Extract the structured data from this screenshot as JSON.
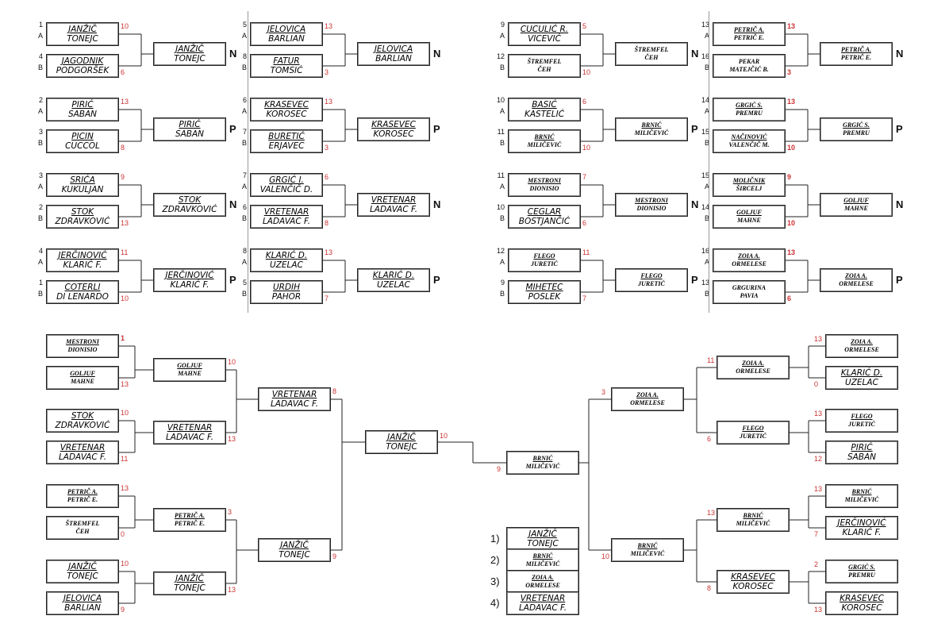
{
  "groups": [
    {
      "slots": [
        {
          "seed": "1",
          "pos": "A",
          "names": [
            "JANŽIČ",
            "TONEJC"
          ],
          "score": "10",
          "style": "big"
        },
        {
          "seed": "4",
          "pos": "B",
          "names": [
            "JAGODNIK",
            "PODGORŠEK"
          ],
          "score": "6",
          "style": "big"
        },
        {
          "winner": [
            "JANŽIČ",
            "TONEJC"
          ],
          "style": "big",
          "result": "N"
        }
      ],
      "col": 0,
      "row": 0
    },
    {
      "slots": [
        {
          "seed": "2",
          "pos": "A",
          "names": [
            "PIRIĆ",
            "SABAN"
          ],
          "score": "13",
          "style": "big"
        },
        {
          "seed": "3",
          "pos": "B",
          "names": [
            "PICIN",
            "CUCCOL"
          ],
          "score": "8",
          "style": "big"
        },
        {
          "winner": [
            "PIRIĆ",
            "SABAN"
          ],
          "style": "big",
          "result": "P"
        }
      ],
      "col": 0,
      "row": 1
    },
    {
      "slots": [
        {
          "seed": "3",
          "pos": "A",
          "names": [
            "SRIĆA",
            "KUKULJAN"
          ],
          "score": "9",
          "style": "big"
        },
        {
          "seed": "2",
          "pos": "B",
          "names": [
            "STOK",
            "ZDRAVKOVIĆ"
          ],
          "score": "13",
          "style": "big"
        },
        {
          "winner": [
            "STOK",
            "ZDRAVKOVIĆ"
          ],
          "style": "big",
          "result": "N"
        }
      ],
      "col": 0,
      "row": 2
    },
    {
      "slots": [
        {
          "seed": "4",
          "pos": "A",
          "names": [
            "JERČINOVIĆ",
            "KLARIĆ F."
          ],
          "score": "11",
          "style": "big"
        },
        {
          "seed": "1",
          "pos": "B",
          "names": [
            "COTERLI",
            "DI LENARDO"
          ],
          "score": "10",
          "style": "big"
        },
        {
          "winner": [
            "JERČINOVIĆ",
            "KLARIĆ F."
          ],
          "style": "big",
          "result": "P"
        }
      ],
      "col": 0,
      "row": 3
    },
    {
      "slots": [
        {
          "seed": "5",
          "pos": "A",
          "names": [
            "JELOVICA",
            "BARLIAN"
          ],
          "score": "13",
          "style": "big"
        },
        {
          "seed": "8",
          "pos": "B",
          "names": [
            "FATUR",
            "TOMSIĆ"
          ],
          "score": "3",
          "style": "big"
        },
        {
          "winner": [
            "JELOVICA",
            "BARLIAN"
          ],
          "style": "big",
          "result": "N"
        }
      ],
      "col": 1,
      "row": 0
    },
    {
      "slots": [
        {
          "seed": "6",
          "pos": "A",
          "names": [
            "KRASEVEC",
            "KOROSEC"
          ],
          "score": "13",
          "style": "big"
        },
        {
          "seed": "7",
          "pos": "B",
          "names": [
            "BURETIĆ",
            "ERJAVEC"
          ],
          "score": "3",
          "style": "big"
        },
        {
          "winner": [
            "KRASEVEC",
            "KOROSEC"
          ],
          "style": "big",
          "result": "P"
        }
      ],
      "col": 1,
      "row": 1
    },
    {
      "slots": [
        {
          "seed": "7",
          "pos": "A",
          "names": [
            "GRGIĆ I.",
            "VALENČIČ D."
          ],
          "score": "6",
          "style": "big"
        },
        {
          "seed": "6",
          "pos": "B",
          "names": [
            "VRETENAR",
            "LADAVAC F."
          ],
          "score": "8",
          "style": "big"
        },
        {
          "winner": [
            "VRETENAR",
            "LADAVAC F."
          ],
          "style": "big",
          "result": "N"
        }
      ],
      "col": 1,
      "row": 2
    },
    {
      "slots": [
        {
          "seed": "8",
          "pos": "A",
          "names": [
            "KLARIĆ D.",
            "UZELAC"
          ],
          "score": "13",
          "style": "big"
        },
        {
          "seed": "5",
          "pos": "B",
          "names": [
            "URDIH",
            "PAHOR"
          ],
          "score": "7",
          "style": "big"
        },
        {
          "winner": [
            "KLARIĆ D.",
            "UZELAC"
          ],
          "style": "big",
          "result": "P"
        }
      ],
      "col": 1,
      "row": 3
    },
    {
      "slots": [
        {
          "seed": "9",
          "pos": "A",
          "names": [
            "CUCULIĆ R.",
            "VICEVIĆ"
          ],
          "score": "5",
          "style": "big"
        },
        {
          "seed": "12",
          "pos": "B",
          "names": [
            "ŠTREMFEL",
            "ČEH"
          ],
          "score": "10",
          "style": "tiny",
          "nounder": true
        },
        {
          "winner": [
            "ŠTREMFEL",
            "ČEH"
          ],
          "style": "tiny",
          "result": "N",
          "nounder": true
        }
      ],
      "col": 2,
      "row": 0
    },
    {
      "slots": [
        {
          "seed": "10",
          "pos": "A",
          "names": [
            "BASIĆ",
            "KASTELIĆ"
          ],
          "score": "6",
          "style": "big"
        },
        {
          "seed": "11",
          "pos": "B",
          "names": [
            "BRNIĆ",
            "MILIČEVIĆ"
          ],
          "score": "10",
          "style": "tiny"
        },
        {
          "winner": [
            "BRNIĆ",
            "MILIČEVIĆ"
          ],
          "style": "tiny",
          "result": "P"
        }
      ],
      "col": 2,
      "row": 1
    },
    {
      "slots": [
        {
          "seed": "11",
          "pos": "A",
          "names": [
            "MESTRONI",
            "DIONISIO"
          ],
          "score": "7",
          "style": "tiny"
        },
        {
          "seed": "10",
          "pos": "B",
          "names": [
            "CEGLAR",
            "BOSTJANČIĆ"
          ],
          "score": "6",
          "style": "big"
        },
        {
          "winner": [
            "MESTRONI",
            "DIONISIO"
          ],
          "style": "tiny",
          "result": "N"
        }
      ],
      "col": 2,
      "row": 2
    },
    {
      "slots": [
        {
          "seed": "12",
          "pos": "A",
          "names": [
            "FLEGO",
            "JURETIĆ"
          ],
          "score": "11",
          "style": "tiny"
        },
        {
          "seed": "9",
          "pos": "B",
          "names": [
            "MIHETEC",
            "POSLEK"
          ],
          "score": "7",
          "style": "big"
        },
        {
          "winner": [
            "FLEGO",
            "JURETIĆ"
          ],
          "style": "tiny",
          "result": "P"
        }
      ],
      "col": 2,
      "row": 3
    },
    {
      "slots": [
        {
          "seed": "13",
          "pos": "A",
          "names": [
            "PETRIČ A.",
            "PETRIČ E."
          ],
          "score": "13",
          "style": "tiny",
          "bold": true
        },
        {
          "seed": "16",
          "pos": "B",
          "names": [
            "PEKAR",
            "MATEJČIĆ B."
          ],
          "score": "3",
          "style": "tiny",
          "bold": true,
          "nounder": true
        },
        {
          "winner": [
            "PETRIČ A.",
            "PETRIČ E."
          ],
          "style": "tiny",
          "result": "N"
        }
      ],
      "col": 3,
      "row": 0
    },
    {
      "slots": [
        {
          "seed": "14",
          "pos": "A",
          "names": [
            "GRGIĆ S.",
            "PREMRU"
          ],
          "score": "13",
          "style": "tiny",
          "bold": true
        },
        {
          "seed": "15",
          "pos": "B",
          "names": [
            "NAČINOVIĆ",
            "VALENČIČ M."
          ],
          "score": "10",
          "style": "tiny",
          "bold": true
        },
        {
          "winner": [
            "GRGIĆ S.",
            "PREMRU"
          ],
          "style": "tiny",
          "result": "P"
        }
      ],
      "col": 3,
      "row": 1
    },
    {
      "slots": [
        {
          "seed": "15",
          "pos": "A",
          "names": [
            "MOLIČNIK",
            "ŠIRCELJ"
          ],
          "score": "9",
          "style": "tiny",
          "bold": true
        },
        {
          "seed": "14",
          "pos": "B",
          "names": [
            "GOLJUF",
            "MAHNE"
          ],
          "score": "10",
          "style": "tiny",
          "bold": true
        },
        {
          "winner": [
            "GOLJUF",
            "MAHNE"
          ],
          "style": "tiny",
          "result": "N"
        }
      ],
      "col": 3,
      "row": 2
    },
    {
      "slots": [
        {
          "seed": "16",
          "pos": "A",
          "names": [
            "ZOIA A.",
            "ORMELESE"
          ],
          "score": "13",
          "style": "tiny",
          "bold": true
        },
        {
          "seed": "13",
          "pos": "B",
          "names": [
            "GRGURINA",
            "PAVIA"
          ],
          "score": "6",
          "style": "tiny",
          "bold": true,
          "nounder": true
        },
        {
          "winner": [
            "ZOIA A.",
            "ORMELESE"
          ],
          "style": "tiny",
          "result": "P"
        }
      ],
      "col": 3,
      "row": 3
    }
  ],
  "knockout": {
    "left_r16": [
      {
        "names": [
          "MESTRONI",
          "DIONISIO"
        ],
        "score": "1",
        "style": "tiny",
        "bold": true
      },
      {
        "names": [
          "GOLJUF",
          "MAHNE"
        ],
        "score": "13",
        "style": "tiny"
      },
      {
        "names": [
          "STOK",
          "ZDRAVKOVIĆ"
        ],
        "score": "10",
        "style": "big"
      },
      {
        "names": [
          "VRETENAR",
          "LADAVAC F."
        ],
        "score": "11",
        "style": "big"
      },
      {
        "names": [
          "PETRIČ A.",
          "PETRIČ E."
        ],
        "score": "13",
        "style": "tiny"
      },
      {
        "names": [
          "ŠTREMFEL",
          "ČEH"
        ],
        "score": "0",
        "style": "tiny",
        "nounder": true
      },
      {
        "names": [
          "JANŽIČ",
          "TONEJC"
        ],
        "score": "10",
        "style": "big"
      },
      {
        "names": [
          "JELOVICA",
          "BARLIAN"
        ],
        "score": "9",
        "style": "big"
      }
    ],
    "left_qf": [
      {
        "names": [
          "GOLJUF",
          "MAHNE"
        ],
        "score": "10",
        "style": "tiny"
      },
      {
        "names": [
          "VRETENAR",
          "LADAVAC F."
        ],
        "score": "13",
        "style": "big"
      },
      {
        "names": [
          "PETRIČ A.",
          "PETRIČ E."
        ],
        "score": "3",
        "style": "tiny"
      },
      {
        "names": [
          "JANŽIČ",
          "TONEJC"
        ],
        "score": "13",
        "style": "big"
      }
    ],
    "left_sf": [
      {
        "names": [
          "VRETENAR",
          "LADAVAC F."
        ],
        "score": "8",
        "style": "big"
      },
      {
        "names": [
          "JANŽIČ",
          "TONEJC"
        ],
        "score": "9",
        "style": "big"
      }
    ],
    "final_left": {
      "names": [
        "JANŽIČ",
        "TONEJC"
      ],
      "score": "10",
      "style": "big"
    },
    "final_right": {
      "names": [
        "BRNIĆ",
        "MILIČEVIĆ"
      ],
      "score": "9",
      "style": "tiny"
    },
    "right_sf": [
      {
        "names": [
          "ZOIA A.",
          "ORMELESE"
        ],
        "score": "3",
        "style": "tiny"
      },
      {
        "names": [
          "BRNIĆ",
          "MILIČEVIĆ"
        ],
        "score": "10",
        "style": "tiny"
      }
    ],
    "right_qf": [
      {
        "names": [
          "ZOIA A.",
          "ORMELESE"
        ],
        "score": "11",
        "style": "tiny"
      },
      {
        "names": [
          "FLEGO",
          "JURETIĆ"
        ],
        "score": "6",
        "style": "tiny"
      },
      {
        "names": [
          "BRNIĆ",
          "MILIČEVIĆ"
        ],
        "score": "13",
        "style": "tiny"
      },
      {
        "names": [
          "KRASEVEC",
          "KOROSEC"
        ],
        "score": "8",
        "style": "big"
      }
    ],
    "right_r16": [
      {
        "names": [
          "ZOIA A.",
          "ORMELESE"
        ],
        "score": "13",
        "style": "tiny"
      },
      {
        "names": [
          "KLARIĆ D.",
          "UZELAC"
        ],
        "score": "0",
        "style": "big"
      },
      {
        "names": [
          "FLEGO",
          "JURETIĆ"
        ],
        "score": "13",
        "style": "tiny"
      },
      {
        "names": [
          "PIRIĆ",
          "SABAN"
        ],
        "score": "12",
        "style": "big"
      },
      {
        "names": [
          "BRNIĆ",
          "MILIČEVIĆ"
        ],
        "score": "13",
        "style": "tiny"
      },
      {
        "names": [
          "JERČINOVIĆ",
          "KLARIĆ F."
        ],
        "score": "7",
        "style": "big"
      },
      {
        "names": [
          "GRGIĆ S.",
          "PREMRU"
        ],
        "score": "2",
        "style": "tiny"
      },
      {
        "names": [
          "KRASEVEC",
          "KOROSEC"
        ],
        "score": "13",
        "style": "big"
      }
    ]
  },
  "ranking": [
    {
      "place": "1)",
      "names": [
        "JANŽIČ",
        "TONEJC"
      ],
      "style": "big"
    },
    {
      "place": "2)",
      "names": [
        "BRNIĆ",
        "MILIČEVIĆ"
      ],
      "style": "tiny"
    },
    {
      "place": "3)",
      "names": [
        "ZOIA A.",
        "ORMELESE"
      ],
      "style": "tiny"
    },
    {
      "place": "4)",
      "names": [
        "VRETENAR",
        "LADAVAC F."
      ],
      "style": "big"
    }
  ],
  "colors": {
    "score": "#cc3333",
    "line": "#222222",
    "frame": "#888888"
  }
}
